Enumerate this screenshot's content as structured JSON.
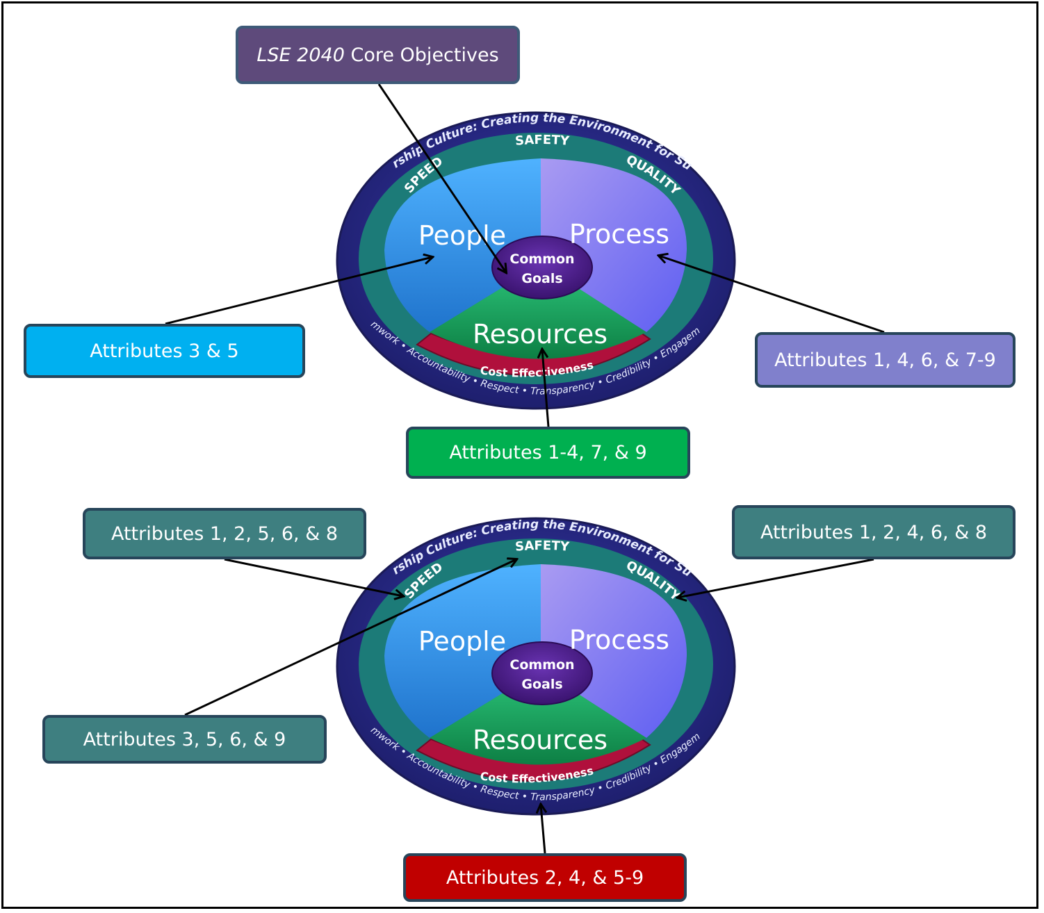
{
  "title_box": {
    "prefix_italic": "LSE 2040",
    "suffix": " Core Objectives"
  },
  "labels": {
    "people": "Attributes 3 & 5",
    "process": "Attributes 1, 4, 6, & 7-9",
    "resources": "Attributes 1-4, 7, & 9",
    "speed": "Attributes 1, 2, 5, 6, & 8",
    "quality": "Attributes 1, 2, 4, 6, & 8",
    "safety": "Attributes 3, 5, 6, & 9",
    "cost": "Attributes 2, 4, & 5-9"
  },
  "diagram": {
    "leadership": "Leadership Culture: Creating the Environment for Success",
    "safety": "SAFETY",
    "speed": "SPEED",
    "quality": "QUALITY",
    "people": "People",
    "process": "Process",
    "resources": "Resources",
    "common_1": "Common",
    "common_2": "Goals",
    "cost": "Cost Effectiveness",
    "values": "Teamwork • Accountability • Respect • Transparency • Credibility • Engagement"
  },
  "colors": {
    "outer_ring": "#2b2d8c",
    "middle_ring": "#1c7b78",
    "people": "#2f8fe6",
    "process": "#7c7cf0",
    "resources": "#13a35a",
    "cost": "#b0103c",
    "common_goals": "#4a1f8a"
  }
}
